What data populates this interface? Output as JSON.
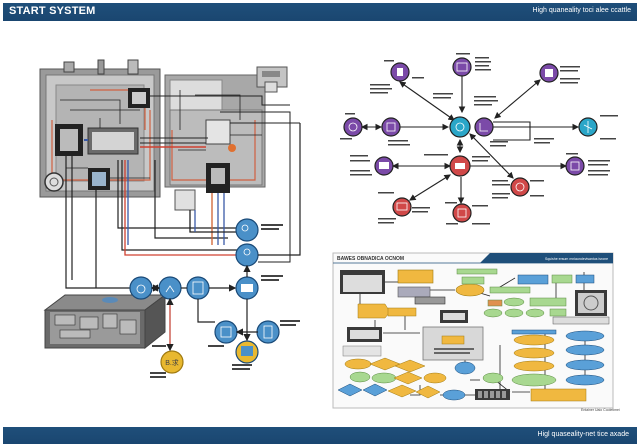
{
  "header": {
    "title": "START SYSTEM",
    "tagline": "High quaneality toci alee ccattle"
  },
  "footer": {
    "tagline": "Higl quaseality-net tice axade"
  },
  "hardware_diagram": {
    "label": "hardware schematic",
    "colors": {
      "red_wire": "#c0392b",
      "blue_wire": "#3a5aa8",
      "black_wire": "#222222",
      "node_blue": "#4a90c8",
      "node_yellow": "#e8b830"
    },
    "nodes": [
      {
        "id": "hub-1",
        "icon": "user-group-icon",
        "color": "blue"
      },
      {
        "id": "hub-2",
        "icon": "user-icon",
        "color": "blue"
      },
      {
        "id": "hub-3",
        "icon": "apple-icon",
        "color": "blue"
      },
      {
        "id": "hub-4",
        "icon": "network-icon",
        "color": "blue"
      },
      {
        "id": "hub-5",
        "icon": "server-rack-icon",
        "color": "blue"
      },
      {
        "id": "hub-6",
        "icon": "monitor-icon",
        "color": "blue"
      },
      {
        "id": "hub-7",
        "icon": "box-icon",
        "color": "blue"
      },
      {
        "id": "hub-8",
        "icon": "tablet-icon",
        "color": "blue"
      },
      {
        "id": "hub-9",
        "icon": "store-icon",
        "color": "yellow"
      },
      {
        "id": "hub-10",
        "icon": "chip-icon",
        "color": "yellow",
        "text": "B.求"
      }
    ]
  },
  "network_diagram": {
    "label": "network hub diagram",
    "colors": {
      "purple": "#7b4aa8",
      "teal": "#2aa6c8",
      "red": "#d04848"
    },
    "nodes": [
      {
        "id": "center",
        "icon": "clock-icon",
        "color": "teal"
      },
      {
        "id": "right-node",
        "icon": "tree-icon",
        "color": "teal"
      },
      {
        "id": "top-left",
        "icon": "document-icon",
        "color": "purple"
      },
      {
        "id": "top-center",
        "icon": "image-icon",
        "color": "purple"
      },
      {
        "id": "top-right",
        "icon": "printer-icon",
        "color": "purple"
      },
      {
        "id": "mid-left-far",
        "icon": "globe-icon",
        "color": "purple"
      },
      {
        "id": "mid-left",
        "icon": "edit-icon",
        "color": "purple"
      },
      {
        "id": "laptop",
        "icon": "laptop-icon",
        "color": "purple"
      },
      {
        "id": "left-low",
        "icon": "screen-icon",
        "color": "purple"
      },
      {
        "id": "right-low",
        "icon": "chart-icon",
        "color": "purple"
      },
      {
        "id": "hub-red",
        "icon": "wifi-icon",
        "color": "red"
      },
      {
        "id": "red-right",
        "icon": "cloud-icon",
        "color": "red"
      },
      {
        "id": "red-left",
        "icon": "desktop-icon",
        "color": "red"
      },
      {
        "id": "red-bottom",
        "icon": "picture-icon",
        "color": "red"
      }
    ]
  },
  "flow_panel": {
    "title": "BAWES OBNADICA OCNOM",
    "tag": "Squishe ersum mniaundevisantus isrone",
    "footnote": "Entainer Uaio Cooletimei",
    "colors": {
      "yellow": "#f0b840",
      "green": "#a8d890",
      "blue": "#5aa0d8",
      "gray": "#d8d8d8",
      "dark": "#3a3a3a"
    }
  }
}
